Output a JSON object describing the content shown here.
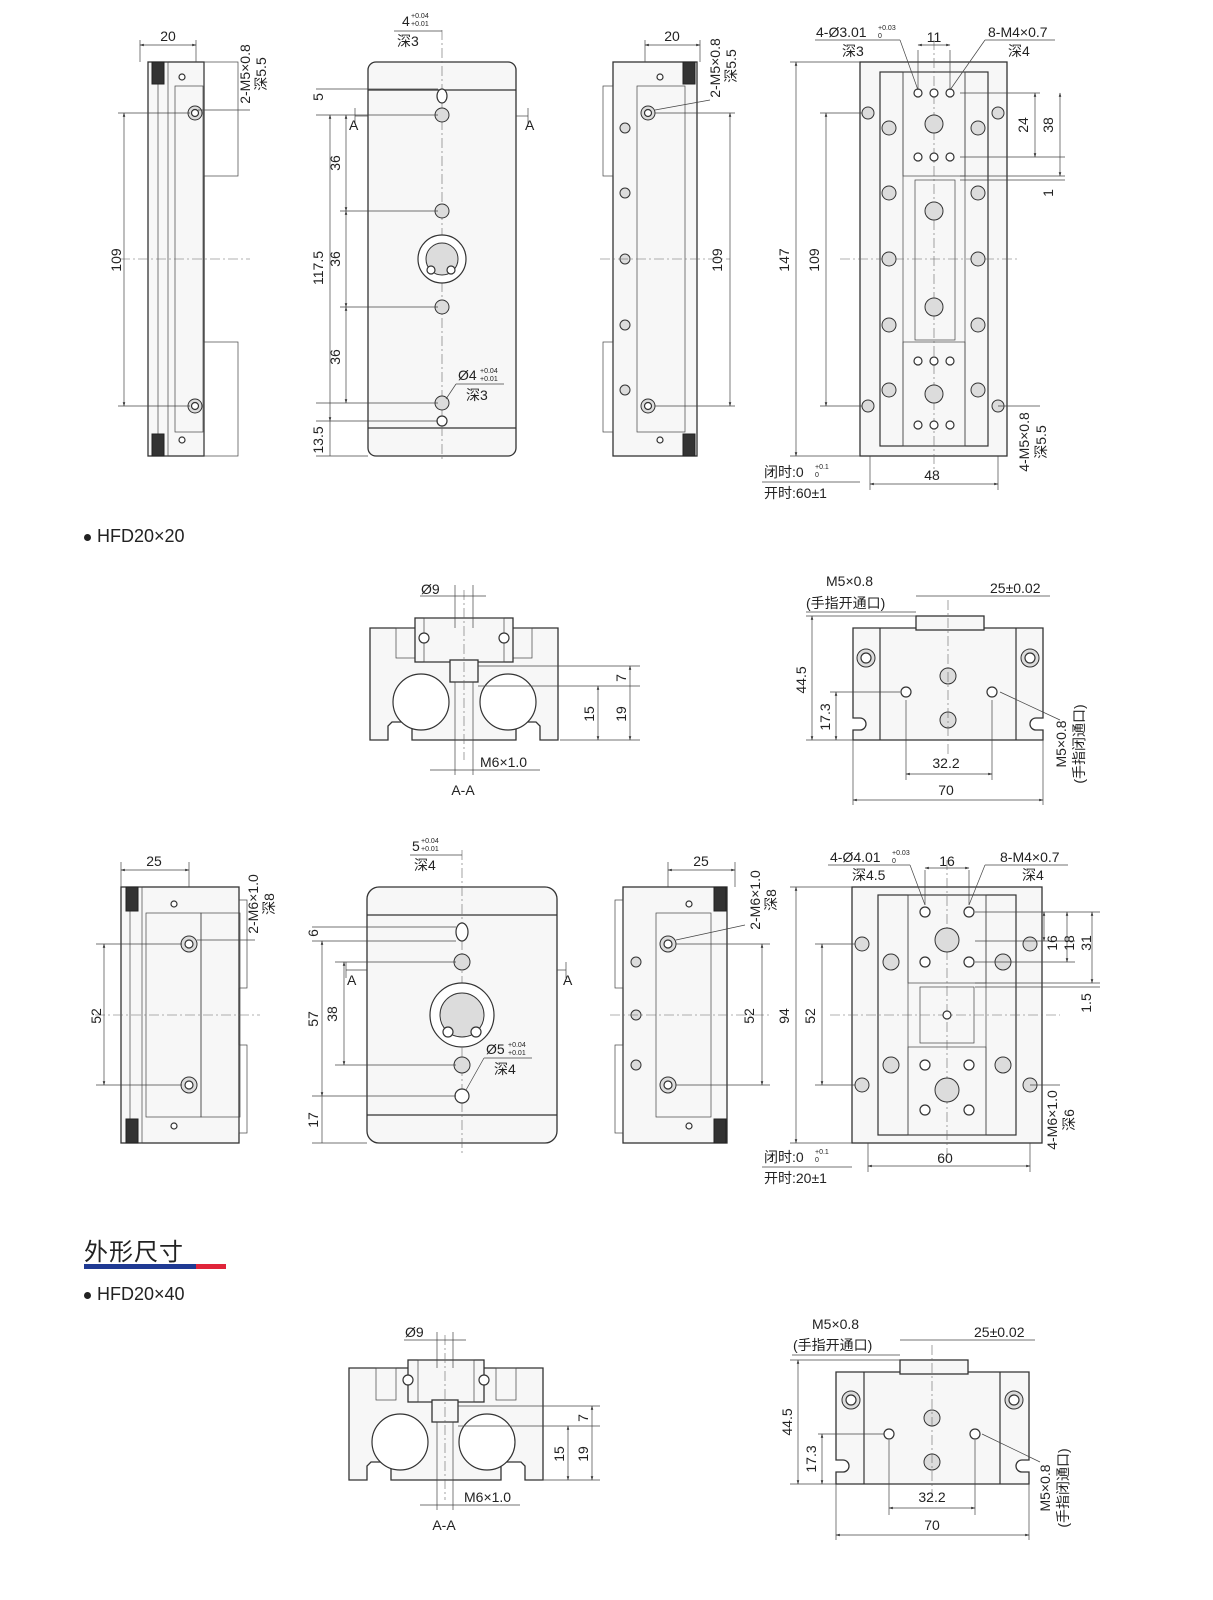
{
  "section_title": "外形尺寸",
  "colors": {
    "title_bar_primary": "#1f3a93",
    "title_bar_accent": "#e0243a",
    "line": "#333333"
  },
  "models": [
    {
      "label": "HFD20×20",
      "side_left": {
        "width": "20",
        "thread": "2-M5×0.8",
        "depth": "深5.5",
        "span": "109"
      },
      "front": {
        "pin_top": "4",
        "pin_top_tol_upper": "+0.04",
        "pin_top_tol_lower": "+0.01",
        "pin_top_depth": "深3",
        "d1": "5",
        "d2": "36",
        "d3": "36",
        "d4": "36",
        "d5": "13.5",
        "total": "117.5",
        "pin_bottom": "Ø4",
        "pin_bottom_tol_upper": "+0.04",
        "pin_bottom_tol_lower": "+0.01",
        "pin_bottom_depth": "深3",
        "section_mark": "A"
      },
      "side_right": {
        "width": "20",
        "thread": "2-M5×0.8",
        "depth": "深5.5",
        "span": "109"
      },
      "top": {
        "pin": "4-Ø3.01",
        "pin_tol_upper": "+0.03",
        "pin_tol_lower": "0",
        "pin_depth": "深3",
        "pitch": "11",
        "thread": "8-M4×0.7",
        "thread_depth": "深4",
        "d24": "24",
        "d38": "38",
        "d1": "1",
        "length": "147",
        "span": "109",
        "bottom_thread": "4-M5×0.8",
        "bottom_depth": "深5.5",
        "width": "48",
        "closed": "闭时:0",
        "closed_tol_upper": "+0.1",
        "closed_tol_lower": "0",
        "open": "开时:60±1"
      },
      "section": {
        "bore": "Ø9",
        "d7": "7",
        "d15": "15",
        "d19": "19",
        "thread": "M6×1.0",
        "name": "A-A"
      },
      "end": {
        "port_top": "M5×0.8",
        "port_top_note": "(手指开通口)",
        "offset": "25±0.02",
        "h1": "44.5",
        "h2": "17.3",
        "pitch": "32.2",
        "width": "70",
        "port_side": "M5×0.8",
        "port_side_note": "(手指闭通口)"
      }
    },
    {
      "label": "HFD20×40",
      "side_left": {
        "width": "25",
        "thread": "2-M6×1.0",
        "depth": "深8",
        "span": "52"
      },
      "front": {
        "pin_top": "5",
        "pin_top_tol_upper": "+0.04",
        "pin_top_tol_lower": "+0.01",
        "pin_top_depth": "深4",
        "d1": "6",
        "d2": "38",
        "d5": "17",
        "total": "57",
        "pin_bottom": "Ø5",
        "pin_bottom_tol_upper": "+0.04",
        "pin_bottom_tol_lower": "+0.01",
        "pin_bottom_depth": "深4",
        "section_mark": "A"
      },
      "side_right": {
        "width": "25",
        "thread": "2-M6×1.0",
        "depth": "深8",
        "span": "52"
      },
      "top": {
        "pin": "4-Ø4.01",
        "pin_tol_upper": "+0.03",
        "pin_tol_lower": "0",
        "pin_depth": "深4.5",
        "pitch": "16",
        "thread": "8-M4×0.7",
        "thread_depth": "深4",
        "d16": "16",
        "d18": "18",
        "d31": "31",
        "d15": "1.5",
        "length": "94",
        "span": "52",
        "bottom_thread": "4-M6×1.0",
        "bottom_depth": "深6",
        "width": "60",
        "closed": "闭时:0",
        "closed_tol_upper": "+0.1",
        "closed_tol_lower": "0",
        "open": "开时:20±1"
      },
      "section": {
        "bore": "Ø9",
        "d7": "7",
        "d15": "15",
        "d19": "19",
        "thread": "M6×1.0",
        "name": "A-A"
      },
      "end": {
        "port_top": "M5×0.8",
        "port_top_note": "(手指开通口)",
        "offset": "25±0.02",
        "h1": "44.5",
        "h2": "17.3",
        "pitch": "32.2",
        "width": "70",
        "port_side": "M5×0.8",
        "port_side_note": "(手指闭通口)"
      }
    }
  ]
}
